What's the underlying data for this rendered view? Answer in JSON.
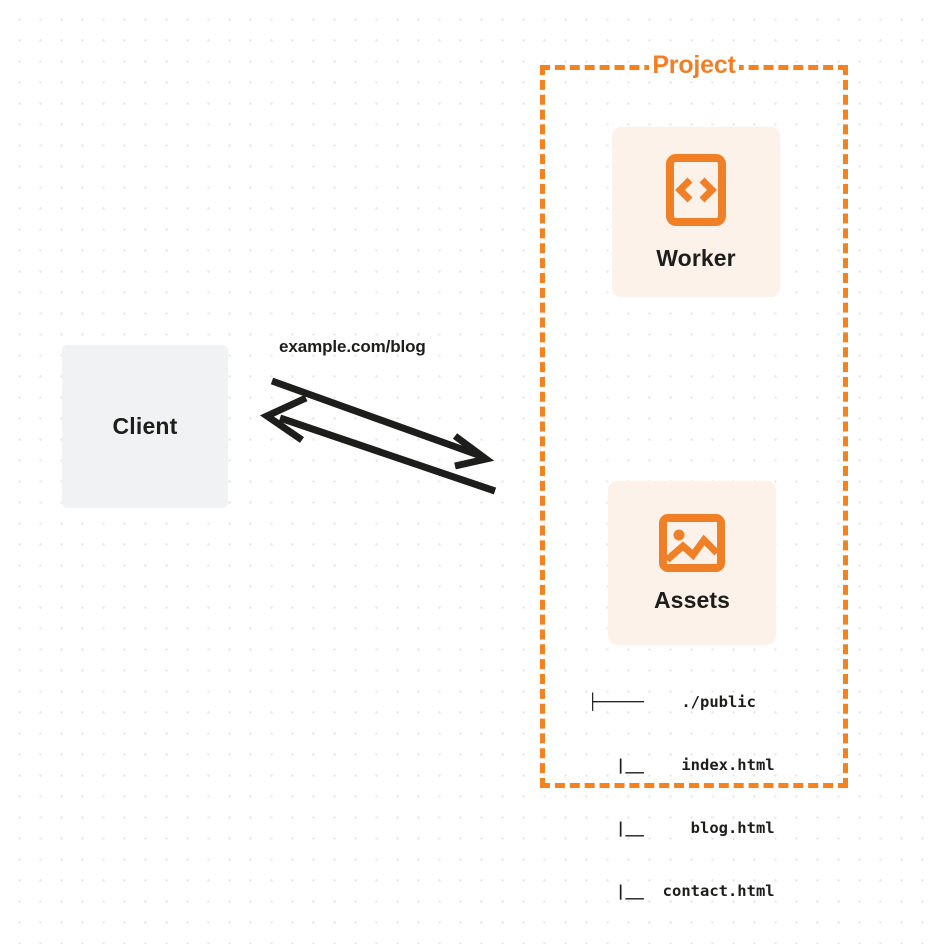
{
  "diagram": {
    "title": "Project",
    "background": {
      "color": "#ffffff",
      "dot_color": "#e9e9ec"
    },
    "colors": {
      "accent_orange": "#f6821f",
      "title_orange": "#f08028",
      "card_background": "#fdf2e9",
      "client_background": "#f1f2f4",
      "text": "#1d1d1b"
    }
  },
  "client": {
    "label": "Client"
  },
  "edge": {
    "label": "example.com/blog",
    "request_direction": "client-to-project",
    "response_direction": "project-to-client"
  },
  "project": {
    "label": "Project",
    "nodes": [
      {
        "id": "worker",
        "label": "Worker",
        "icon": "code-brackets-icon"
      },
      {
        "id": "assets",
        "label": "Assets",
        "icon": "image-icon"
      }
    ]
  },
  "file_tree": {
    "rows": [
      {
        "prefix": "├───── ",
        "name": "./public"
      },
      {
        "prefix": "   |__   ",
        "name": "index.html"
      },
      {
        "prefix": "   |__    ",
        "name": "blog.html"
      },
      {
        "prefix": "   |__ ",
        "name": "contact.html"
      }
    ],
    "lines": [
      "├─────    ./public",
      "   |__    index.html",
      "   |__     blog.html",
      "   |__  contact.html"
    ]
  }
}
